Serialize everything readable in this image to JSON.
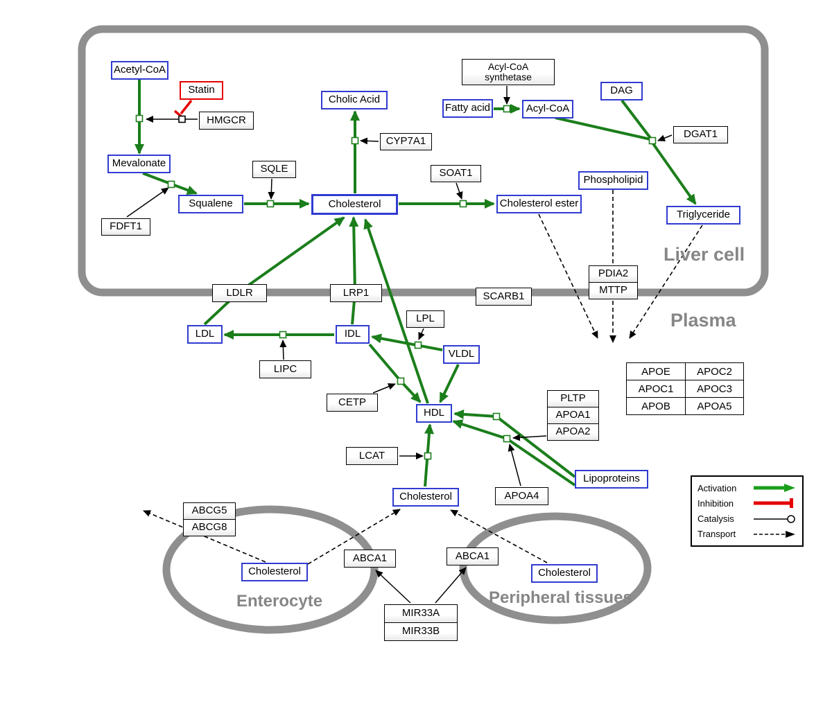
{
  "regions": {
    "liver_cell": "Liver cell",
    "plasma": "Plasma",
    "enterocyte": "Enterocyte",
    "peripheral_tissues": "Peripheral tissues"
  },
  "nodes": {
    "acetyl_coa": "Acetyl-CoA",
    "statin": "Statin",
    "hmgcr": "HMGCR",
    "mevalonate": "Mevalonate",
    "fdft1": "FDFT1",
    "squalene": "Squalene",
    "sqle": "SQLE",
    "cholic_acid": "Cholic Acid",
    "cyp7a1": "CYP7A1",
    "cholesterol": "Cholesterol",
    "soat1": "SOAT1",
    "cholesterol_ester": "Cholesterol ester",
    "acyl_coa_synthetase": "Acyl-CoA synthetase",
    "fatty_acid": "Fatty acid",
    "acyl_coa": "Acyl-CoA",
    "dag": "DAG",
    "dgat1": "DGAT1",
    "phospholipid": "Phospholipid",
    "triglyceride": "Triglyceride",
    "ldlr": "LDLR",
    "lrp1": "LRP1",
    "scarb1": "SCARB1",
    "pdia2": "PDIA2",
    "mttp": "MTTP",
    "ldl": "LDL",
    "idl": "IDL",
    "vldl": "VLDL",
    "lpl": "LPL",
    "lipc": "LIPC",
    "cetp": "CETP",
    "hdl": "HDL",
    "pltp": "PLTP",
    "apoa1": "APOA1",
    "apoa2": "APOA2",
    "lcat": "LCAT",
    "apoa4": "APOA4",
    "lipoproteins": "Lipoproteins",
    "abcg5": "ABCG5",
    "abcg8": "ABCG8",
    "abca1": "ABCA1",
    "mir33a": "MIR33A",
    "mir33b": "MIR33B"
  },
  "apo_table": {
    "rows": [
      [
        "APOE",
        "APOC2"
      ],
      [
        "APOC1",
        "APOC3"
      ],
      [
        "APOB",
        "APOA5"
      ]
    ]
  },
  "legend": {
    "items": [
      {
        "label": "Activation",
        "type": "activation"
      },
      {
        "label": "Inhibition",
        "type": "inhibition"
      },
      {
        "label": "Catalysis",
        "type": "catalysis"
      },
      {
        "label": "Transport",
        "type": "transport"
      }
    ]
  },
  "colors": {
    "activation_green": "#1b7e1b",
    "inhibition_red": "#e60000",
    "entity_border_blue": "#2f3bd0",
    "membrane_gray": "#8f8f8f"
  }
}
